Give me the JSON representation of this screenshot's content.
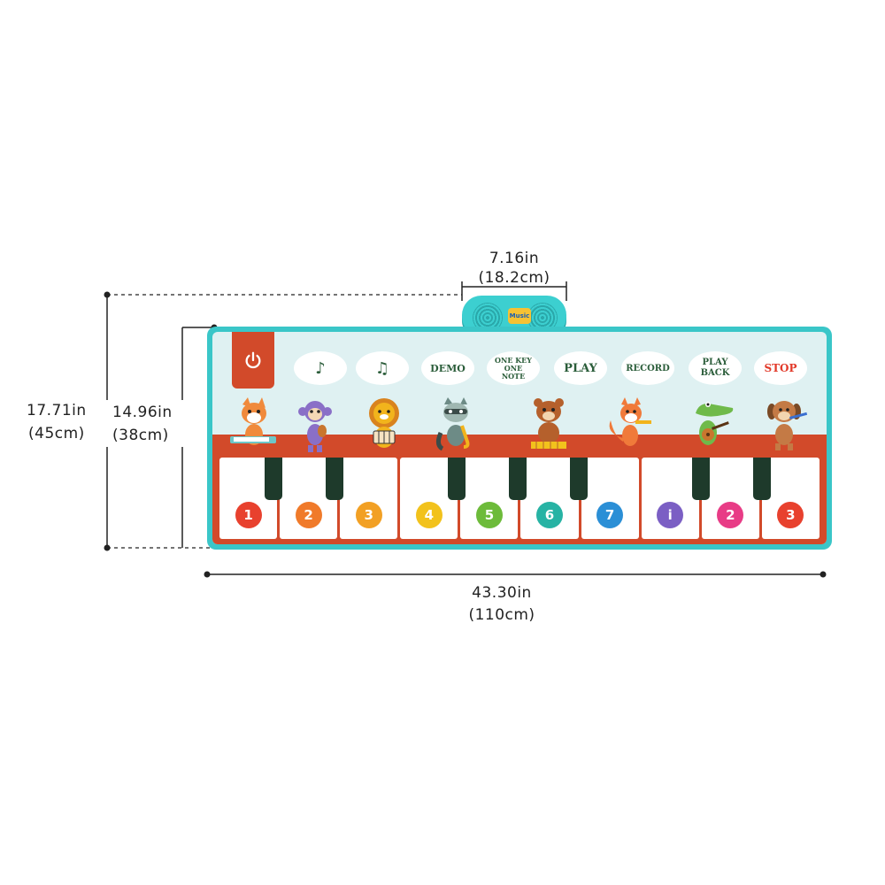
{
  "dimensions": {
    "top_width_in": "7.16in",
    "top_width_cm": "(18.2cm)",
    "total_height_in": "17.71in",
    "total_height_cm": "(45cm)",
    "mat_height_in": "14.96in",
    "mat_height_cm": "(38cm)",
    "length_in": "43.30in",
    "length_cm": "(110cm)"
  },
  "control_box": {
    "logo_text": "Music"
  },
  "buttons": [
    {
      "id": "power",
      "label": "",
      "icon": "power-icon"
    },
    {
      "id": "note1",
      "label": "♪",
      "icon": "music-note-icon"
    },
    {
      "id": "note2",
      "label": "♫",
      "icon": "music-notes-icon"
    },
    {
      "id": "demo",
      "label": "DEMO"
    },
    {
      "id": "onekey",
      "label": "ONE KEY ONE NOTE"
    },
    {
      "id": "play",
      "label": "PLAY"
    },
    {
      "id": "record",
      "label": "RECORD"
    },
    {
      "id": "playback",
      "label": "PLAY BACK"
    },
    {
      "id": "stop",
      "label": "STOP"
    }
  ],
  "animals": [
    {
      "name": "fox-keyboard",
      "color": "#f08a3c"
    },
    {
      "name": "monkey-violin",
      "color": "#8a6fc7"
    },
    {
      "name": "lion-accordion",
      "color": "#f2b41c"
    },
    {
      "name": "raccoon-sax",
      "color": "#6d8b86"
    },
    {
      "name": "bear-xylophone",
      "color": "#b5602c"
    },
    {
      "name": "fox-trumpet",
      "color": "#f07a3a"
    },
    {
      "name": "crocodile-guitar",
      "color": "#6fba4a"
    },
    {
      "name": "dog-flute",
      "color": "#c47a45"
    }
  ],
  "keys": [
    {
      "label": "1",
      "color": "#e8412e"
    },
    {
      "label": "2",
      "color": "#f07a2a"
    },
    {
      "label": "3",
      "color": "#f2a024"
    },
    {
      "label": "4",
      "color": "#f2c21c"
    },
    {
      "label": "5",
      "color": "#6dbb3a"
    },
    {
      "label": "6",
      "color": "#27b3a4"
    },
    {
      "label": "7",
      "color": "#2b8fd6"
    },
    {
      "label": "i",
      "color": "#7b5fc4"
    },
    {
      "label": "2",
      "color": "#e83c86"
    },
    {
      "label": "3",
      "color": "#e8412e"
    }
  ]
}
